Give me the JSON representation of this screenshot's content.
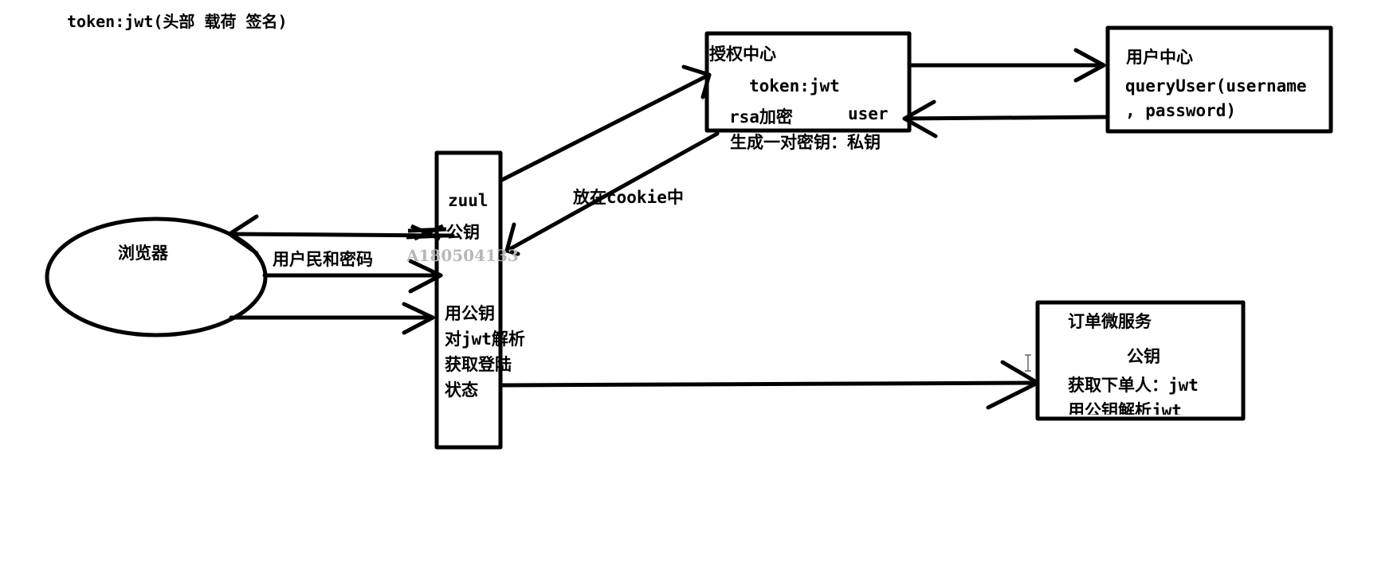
{
  "header": {
    "title": "token:jwt(头部 载荷 签名)"
  },
  "browser": {
    "label": "浏览器"
  },
  "arrows": {
    "credentials": "用户民和密码",
    "cookie": "放在cookie中"
  },
  "zuul": {
    "name": "zuul",
    "pubkey": "公钥",
    "steps": [
      "用公钥",
      "对jwt解析",
      "获取登陆",
      "状态"
    ]
  },
  "auth_center": {
    "title": "授权中心",
    "token": "token:jwt",
    "rsa": "rsa加密",
    "user": "user",
    "keypair": "生成一对密钥：私钥"
  },
  "user_center": {
    "title": "用户中心",
    "method": "queryUser(username",
    "method2": ", password)"
  },
  "order_service": {
    "title": "订单微服务",
    "pubkey": "公钥",
    "get_user": "获取下单人：jwt",
    "parse": "用公钥解析jwt"
  },
  "watermark": {
    "text": "A180504133"
  },
  "colors": {
    "ink": "#000000",
    "watermark": "#b8b8b8",
    "background": "#ffffff"
  }
}
